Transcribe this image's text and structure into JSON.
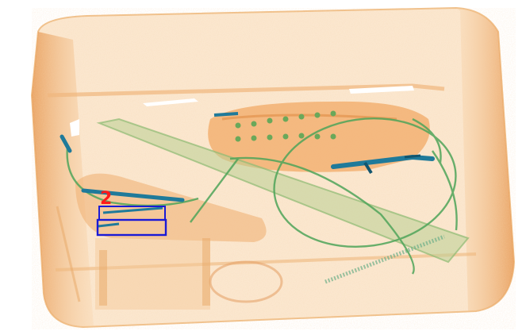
{
  "image": {
    "kind": "x-ray baggage scan",
    "background_color": "#ffffff",
    "palette": {
      "organic": "#f0b070",
      "organic_dark": "#e49a55",
      "mixed": "#7ab85c",
      "metal": "#1f7a9a",
      "metal_dark": "#12556e"
    }
  },
  "detections": [
    {
      "id": "det-1",
      "label": "2",
      "box_color": "#1a1ad6",
      "label_color": "#ff1a1a"
    },
    {
      "id": "det-2",
      "label": "",
      "box_color": "#1a1ad6"
    }
  ]
}
